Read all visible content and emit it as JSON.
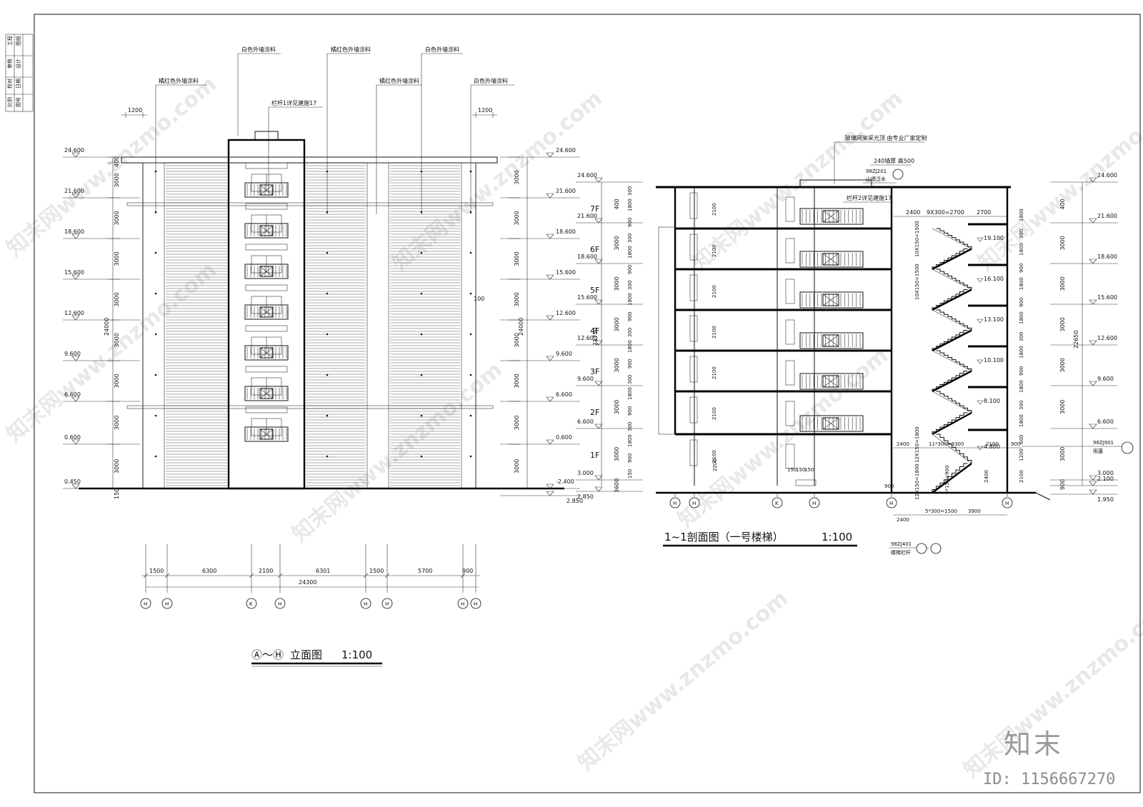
{
  "watermark": {
    "text": "知末网www.znzmo.com",
    "logo": "知末",
    "id_label": "ID: 1156667270"
  },
  "title_block": {
    "cells": [
      "工程",
      "图纸",
      "审核",
      "设计",
      "校对",
      "日期",
      "比例",
      "图号"
    ]
  },
  "elevation": {
    "title_prefix": "Ⓐ～Ⓗ",
    "title_main": "立面图",
    "title_scale": "1:100",
    "material_labels": {
      "white_paint_1": "白色外墙涂料",
      "red_paint_1": "橘红色外墙涂料",
      "white_paint_2": "白色外墙涂料",
      "red_paint_2": "橘红色外墙涂料",
      "red_paint_3": "橘红色外墙涂料",
      "white_paint_3": "白色外墙涂料",
      "railing": "栏杆1详见建施17"
    },
    "overhang_left": "1200",
    "overhang_right": "1200",
    "levels_left": [
      "24.600",
      "21.600",
      "18.600",
      "15.600",
      "12.600",
      "9.600",
      "6.600",
      "0.600",
      "0.450"
    ],
    "levels_right": [
      "24.600",
      "21.600",
      "18.600",
      "15.600",
      "12.600",
      "9.600",
      "6.600",
      "0.600",
      "-2.400",
      "2.850"
    ],
    "dims_left": [
      "400",
      "3000",
      "3000",
      "3000",
      "3000",
      "3000",
      "3000",
      "3000",
      "3000",
      "150"
    ],
    "dims_right": [
      "3000",
      "3000",
      "3000",
      "3000",
      "3000",
      "3000",
      "3000",
      "3000"
    ],
    "total_left": "24000",
    "total_right": "24000",
    "mid_label": "100",
    "bottom_dims": [
      "1500",
      "6300",
      "2100",
      "6301",
      "1500",
      "5700",
      "900"
    ],
    "bottom_total": "24300",
    "axis_bubbles": [
      "H",
      "H",
      "K",
      "H",
      "H",
      "H",
      "H",
      "H"
    ]
  },
  "section": {
    "title_main": "1~1剖面图（一号楼梯）",
    "title_scale": "1:100",
    "skylight_note": "玻璃网架采光顶  由专业厂家定制",
    "parapet_note": "240墙厚  高500",
    "ref_code_top": "98ZJ201",
    "ref_note_top": "山墙泛水",
    "railing_note": "栏杆2详见建施17",
    "ref_code_right": "98ZJ901",
    "ref_note_right": "雨蓬",
    "ref_code_bottom": "98ZJ401",
    "ref_note_bottom": "楼梯栏杆",
    "floors": [
      "7F",
      "6F",
      "5F",
      "4F",
      "3F",
      "2F",
      "1F"
    ],
    "levels_left": [
      "24.600",
      "21.600",
      "18.600",
      "15.600",
      "12.600",
      "9.600",
      "6.600",
      "3.000",
      "2.850"
    ],
    "levels_right": [
      "24.600",
      "21.600",
      "18.600",
      "15.600",
      "12.600",
      "9.600",
      "6.600",
      "3.000",
      "2.100",
      "1.950"
    ],
    "landing_levels": [
      "19.100",
      "16.100",
      "13.100",
      "10.100",
      "8.100",
      "4.800"
    ],
    "dims_left_a": [
      "400",
      "3000",
      "3000",
      "3000",
      "3000",
      "3000",
      "3000",
      "3600"
    ],
    "dims_left_b": [
      "300",
      "1800",
      "900",
      "300",
      "1800",
      "900",
      "300",
      "1800",
      "900",
      "300",
      "1800",
      "900",
      "300",
      "1800",
      "900",
      "300",
      "1800",
      "900",
      "150"
    ],
    "total_left": "21750",
    "total_right": "22650",
    "window_h": "2100",
    "door_h": "2200",
    "stair_top_dims": [
      "2400",
      "9X300=2700",
      "2700"
    ],
    "stair_side_dims": [
      "10X150=1500",
      "10X150=1500",
      "12X150=1800",
      "12X150=1800"
    ],
    "stair_bottom_dims": [
      "2400",
      "11*300=3300",
      "2100",
      "900",
      "2400",
      "5*300=1500",
      "3900"
    ],
    "stair_riser_note": "6*150=900",
    "misc_dims": [
      "900",
      "150",
      "150",
      "150",
      "2400",
      "1800",
      "600",
      "1200",
      "300",
      "900"
    ],
    "axis_bubbles": [
      "H",
      "H",
      "K",
      "H",
      "H",
      "H"
    ]
  }
}
